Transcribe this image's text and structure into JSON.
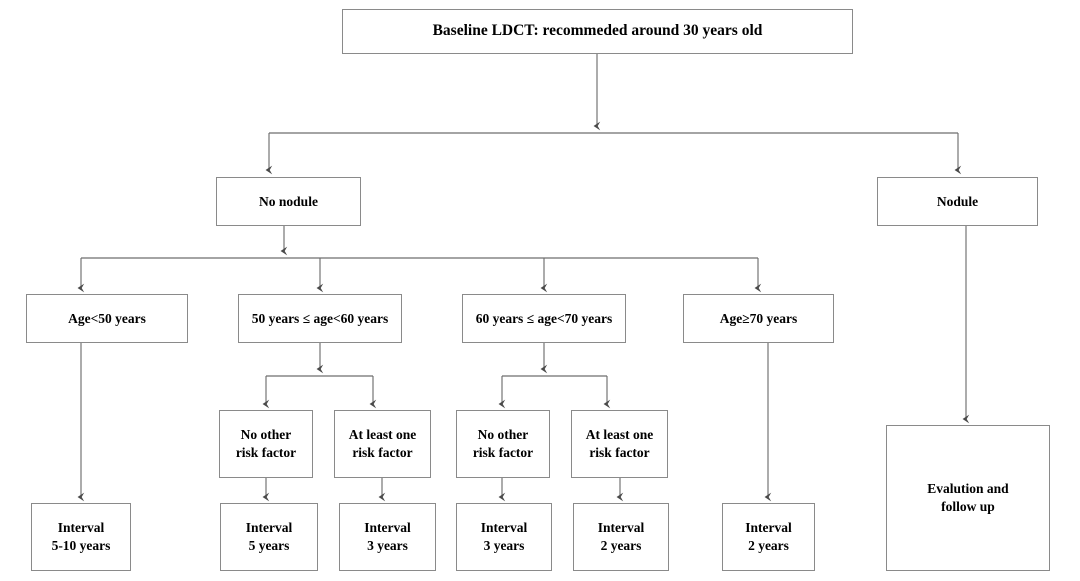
{
  "diagram": {
    "title": "Lung cancer LDCT screening interval decision flowchart",
    "colors": {
      "box_border": "#8a8a8a",
      "box_fill": "#ffffff",
      "text": "#000000",
      "edge": "#6e6e6e",
      "background": "#ffffff"
    },
    "nodes": {
      "root": {
        "label": "Baseline LDCT: recommeded around 30 years old"
      },
      "no_nodule": {
        "label": "No nodule"
      },
      "nodule": {
        "label": "Nodule"
      },
      "age_lt50": {
        "label": "Age<50 years"
      },
      "age_50_60": {
        "label": "50 years ≤ age<60 years"
      },
      "age_60_70": {
        "label": "60 years ≤ age<70 years"
      },
      "age_ge70": {
        "label": "Age≥70 years"
      },
      "rf_a_none": {
        "label": "No other\nrisk factor"
      },
      "rf_a_one": {
        "label": "At least one\nrisk factor"
      },
      "rf_b_none": {
        "label": "No other\nrisk factor"
      },
      "rf_b_one": {
        "label": "At least one\nrisk factor"
      },
      "interval_5_10": {
        "label": "Interval\n5-10 years"
      },
      "interval_5": {
        "label": "Interval\n5 years"
      },
      "interval_3_a": {
        "label": "Interval\n3 years"
      },
      "interval_3_b": {
        "label": "Interval\n3 years"
      },
      "interval_2_a": {
        "label": "Interval\n2 years"
      },
      "interval_2_b": {
        "label": "Interval\n2 years"
      },
      "evaluation": {
        "label": "Evalution and\nfollow up"
      }
    },
    "edges": [
      {
        "from": "root",
        "to": "no_nodule"
      },
      {
        "from": "root",
        "to": "nodule"
      },
      {
        "from": "no_nodule",
        "to": "age_lt50"
      },
      {
        "from": "no_nodule",
        "to": "age_50_60"
      },
      {
        "from": "no_nodule",
        "to": "age_60_70"
      },
      {
        "from": "no_nodule",
        "to": "age_ge70"
      },
      {
        "from": "age_lt50",
        "to": "interval_5_10"
      },
      {
        "from": "age_50_60",
        "to": "rf_a_none"
      },
      {
        "from": "age_50_60",
        "to": "rf_a_one"
      },
      {
        "from": "age_60_70",
        "to": "rf_b_none"
      },
      {
        "from": "age_60_70",
        "to": "rf_b_one"
      },
      {
        "from": "age_ge70",
        "to": "interval_2_b"
      },
      {
        "from": "rf_a_none",
        "to": "interval_5"
      },
      {
        "from": "rf_a_one",
        "to": "interval_3_a"
      },
      {
        "from": "rf_b_none",
        "to": "interval_3_b"
      },
      {
        "from": "rf_b_one",
        "to": "interval_2_a"
      },
      {
        "from": "nodule",
        "to": "evaluation"
      }
    ]
  }
}
